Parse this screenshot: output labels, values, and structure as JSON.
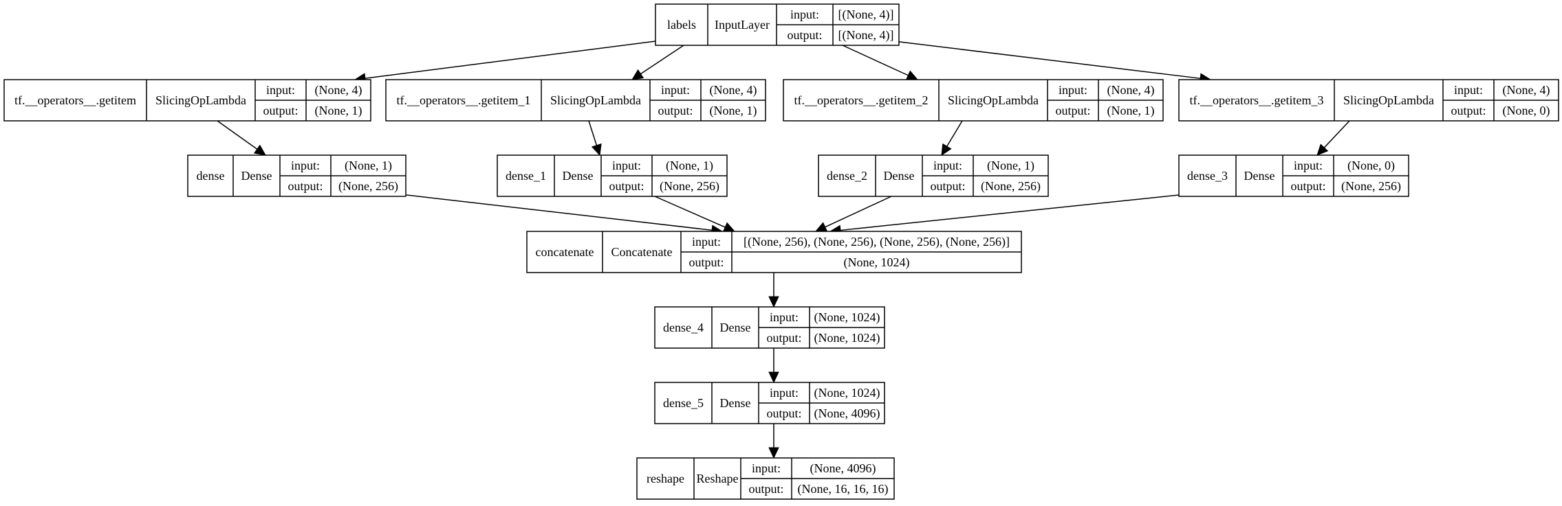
{
  "graph": {
    "nodes": [
      {
        "id": "labels",
        "name": "labels",
        "type": "InputLayer",
        "input": "[(None, 4)]",
        "output": "[(None, 4)]"
      },
      {
        "id": "getitem",
        "name": "tf.__operators__.getitem",
        "type": "SlicingOpLambda",
        "input": "(None, 4)",
        "output": "(None, 1)"
      },
      {
        "id": "getitem_1",
        "name": "tf.__operators__.getitem_1",
        "type": "SlicingOpLambda",
        "input": "(None, 4)",
        "output": "(None, 1)"
      },
      {
        "id": "getitem_2",
        "name": "tf.__operators__.getitem_2",
        "type": "SlicingOpLambda",
        "input": "(None, 4)",
        "output": "(None, 1)"
      },
      {
        "id": "getitem_3",
        "name": "tf.__operators__.getitem_3",
        "type": "SlicingOpLambda",
        "input": "(None, 4)",
        "output": "(None, 0)"
      },
      {
        "id": "dense",
        "name": "dense",
        "type": "Dense",
        "input": "(None, 1)",
        "output": "(None, 256)"
      },
      {
        "id": "dense_1",
        "name": "dense_1",
        "type": "Dense",
        "input": "(None, 1)",
        "output": "(None, 256)"
      },
      {
        "id": "dense_2",
        "name": "dense_2",
        "type": "Dense",
        "input": "(None, 1)",
        "output": "(None, 256)"
      },
      {
        "id": "dense_3",
        "name": "dense_3",
        "type": "Dense",
        "input": "(None, 0)",
        "output": "(None, 256)"
      },
      {
        "id": "concatenate",
        "name": "concatenate",
        "type": "Concatenate",
        "input": "[(None, 256), (None, 256), (None, 256), (None, 256)]",
        "output": "(None, 1024)"
      },
      {
        "id": "dense_4",
        "name": "dense_4",
        "type": "Dense",
        "input": "(None, 1024)",
        "output": "(None, 1024)"
      },
      {
        "id": "dense_5",
        "name": "dense_5",
        "type": "Dense",
        "input": "(None, 1024)",
        "output": "(None, 4096)"
      },
      {
        "id": "reshape",
        "name": "reshape",
        "type": "Reshape",
        "input": "(None, 4096)",
        "output": "(None, 16, 16, 16)"
      }
    ],
    "port_labels": {
      "input": "input:",
      "output": "output:"
    },
    "edges": [
      {
        "from": "labels",
        "to": "getitem"
      },
      {
        "from": "labels",
        "to": "getitem_1"
      },
      {
        "from": "labels",
        "to": "getitem_2"
      },
      {
        "from": "labels",
        "to": "getitem_3"
      },
      {
        "from": "getitem",
        "to": "dense"
      },
      {
        "from": "getitem_1",
        "to": "dense_1"
      },
      {
        "from": "getitem_2",
        "to": "dense_2"
      },
      {
        "from": "getitem_3",
        "to": "dense_3"
      },
      {
        "from": "dense",
        "to": "concatenate"
      },
      {
        "from": "dense_1",
        "to": "concatenate"
      },
      {
        "from": "dense_2",
        "to": "concatenate"
      },
      {
        "from": "dense_3",
        "to": "concatenate"
      },
      {
        "from": "concatenate",
        "to": "dense_4"
      },
      {
        "from": "dense_4",
        "to": "dense_5"
      },
      {
        "from": "dense_5",
        "to": "reshape"
      }
    ]
  }
}
